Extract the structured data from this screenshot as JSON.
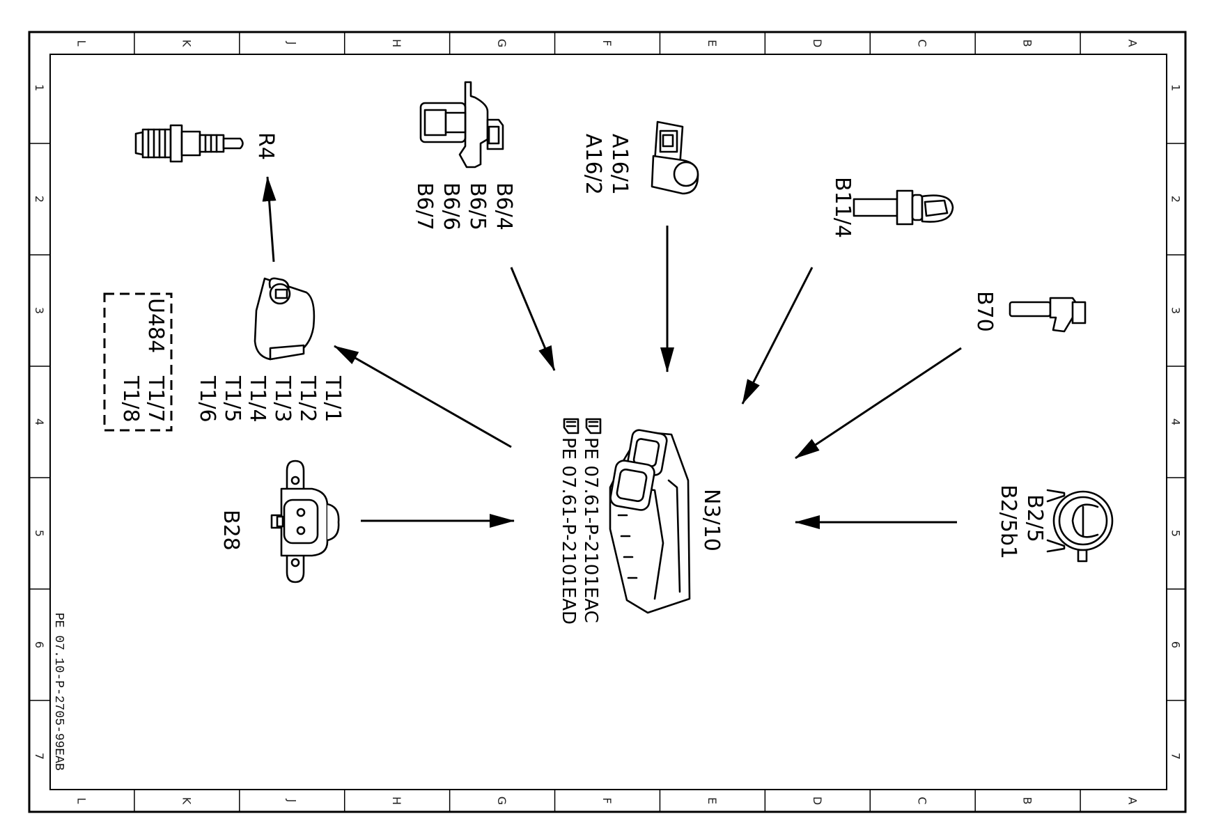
{
  "frame": {
    "columns": [
      "L",
      "K",
      "J",
      "H",
      "G",
      "F",
      "E",
      "D",
      "C",
      "B",
      "A"
    ],
    "rows": [
      "1",
      "2",
      "3",
      "4",
      "5",
      "6",
      "7"
    ],
    "doc_code": "PE 07.10-P-2705-99EAB"
  },
  "components": {
    "r4": "R4",
    "b6": [
      "B6/4",
      "B6/5",
      "B6/6",
      "B6/7"
    ],
    "a16": [
      "A16/1",
      "A16/2"
    ],
    "b11_4": "B11/4",
    "b70": "B70",
    "t1": [
      "T1/1",
      "T1/2",
      "T1/3",
      "T1/4",
      "T1/5",
      "T1/6"
    ],
    "u484": {
      "title": "U484",
      "items": [
        "T1/7",
        "T1/8"
      ]
    },
    "b28": "B28",
    "n3_10": "N3/10",
    "refs": [
      "PE 07.61-P-2101EAC",
      "PE 07.61-P-2101EAD"
    ],
    "b2": [
      "B2/5",
      "B2/5b1"
    ]
  },
  "icons": [
    "spark-plug-icon",
    "camshaft-sensor-icon",
    "knock-sensor-icon",
    "coolant-temp-sensor-icon",
    "crankshaft-sensor-icon",
    "ignition-coil-icon",
    "pressure-sensor-icon",
    "control-unit-icon",
    "air-mass-sensor-icon",
    "hand-pointer-icon"
  ]
}
